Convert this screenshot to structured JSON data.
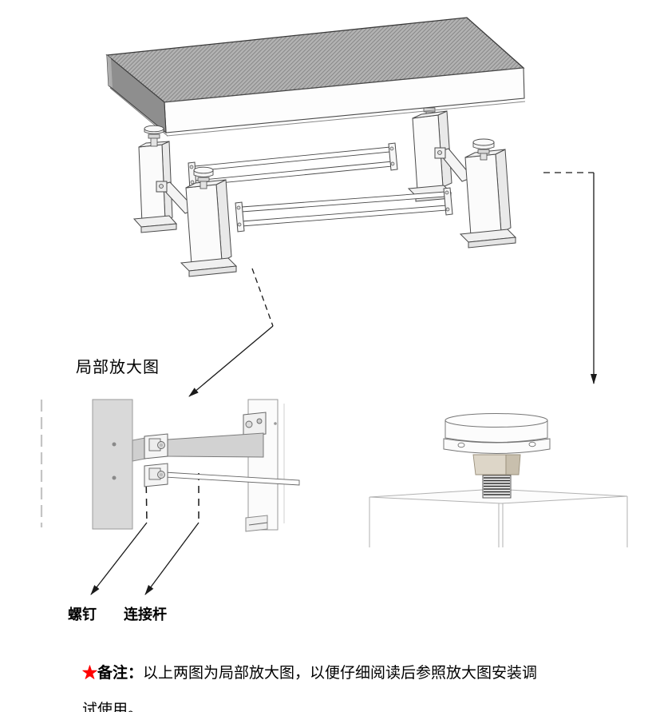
{
  "texts": {
    "detail_view_title": "局部放大图",
    "callout_screw": "螺钉",
    "callout_rod": "连接杆"
  },
  "note": {
    "star": "★",
    "title": "备注：",
    "line1": "以上两图为局部放大图，以便仔细阅读后参照放大图安装调",
    "line2": "试使用。"
  },
  "colors": {
    "note_star": "#ff0000",
    "line_art": "#4a4a4a",
    "table_top_fill": "#b3b3b3",
    "table_hatch_line": "#8a8a8a",
    "table_side_dark": "#8e8e8e",
    "nut_tan_light": "#ddd6c8",
    "nut_tan_dark": "#c8bfad"
  }
}
